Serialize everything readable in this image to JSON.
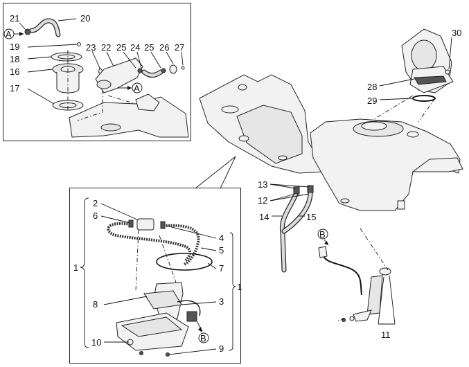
{
  "callouts": {
    "top_inset": [
      "21",
      "20",
      "19",
      "18",
      "16",
      "17",
      "23",
      "22",
      "25",
      "24",
      "25",
      "26",
      "27"
    ],
    "main": [
      "30",
      "28",
      "29",
      "13",
      "12",
      "14",
      "15",
      "11"
    ],
    "pump_inset": [
      "2",
      "6",
      "1",
      "4",
      "5",
      "7",
      "8",
      "3",
      "1",
      "10",
      "9"
    ]
  },
  "references": {
    "a": "A",
    "b": "B"
  }
}
